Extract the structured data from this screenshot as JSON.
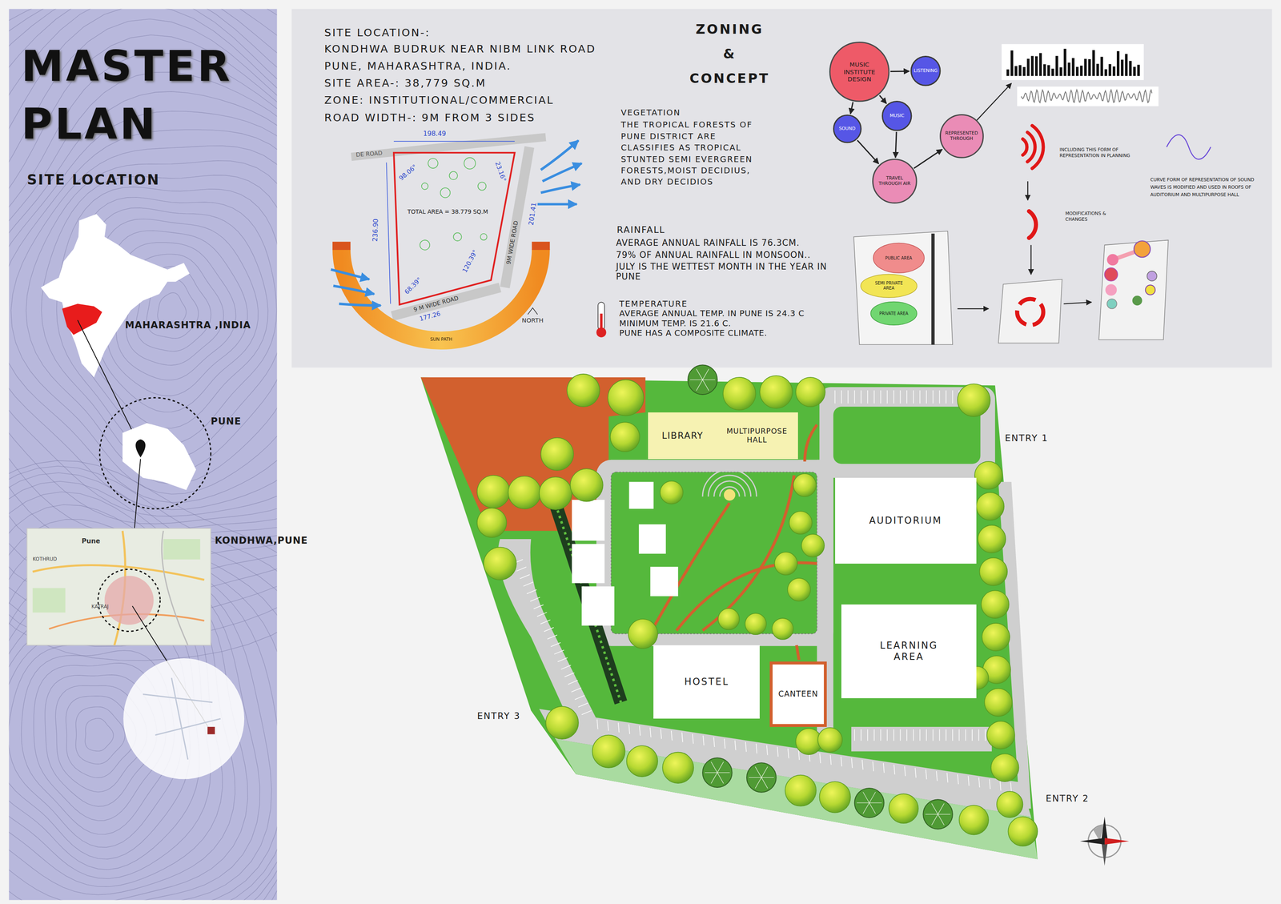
{
  "diagram": {
    "title": "MASTER PLAN",
    "nodes": [
      {
        "text": [
          "MUSIC INSTITUTE DESIGN"
        ]
      },
      {
        "text": [
          "LISTENING"
        ]
      },
      {
        "text": [
          "MUSIC"
        ]
      },
      {
        "text": [
          "SOUND"
        ]
      },
      {
        "text": [
          "REPRESENTED THROUGH"
        ]
      },
      {
        "text": [
          "TRAVEL THROUGH AIR"
        ]
      },
      {
        "text": [
          "PUBLIC AREA"
        ]
      },
      {
        "text": [
          "SEMI PRIVATE AREA"
        ]
      },
      {
        "text": [
          "PRIVATE AREA"
        ]
      },
      {
        "text": [
          "LIBRARY"
        ]
      },
      {
        "text": [
          "MULTIPURPOSE HALL"
        ]
      },
      {
        "text": [
          "AUDITORIUM"
        ]
      },
      {
        "text": [
          "LEARNING AREA"
        ]
      },
      {
        "text": [
          "HOSTEL"
        ]
      },
      {
        "text": [
          "CANTEEN"
        ]
      }
    ],
    "edges": [
      {
        "from": 0,
        "to": 1,
        "arrow": "to"
      },
      {
        "from": 0,
        "to": 3,
        "arrow": "to"
      },
      {
        "from": 0,
        "to": 2,
        "arrow": "to"
      },
      {
        "from": 2,
        "to": 5,
        "arrow": "to"
      },
      {
        "from": 3,
        "to": 5,
        "arrow": "to"
      },
      {
        "from": 5,
        "to": 4,
        "arrow": "to"
      }
    ],
    "labels": [
      "SITE LOCATION",
      "MAHARASHTRA ,INDIA",
      "PUNE",
      "KONDHWA,PUNE",
      "Pune",
      "KOTHRUD",
      "KATRAJ",
      "SITE LOCATION-:",
      "KONDHWA BUDRUK NEAR NIBM LINK ROAD",
      "PUNE, MAHARASHTRA, INDIA.",
      "SITE AREA-: 38,779 SQ.M",
      "ZONE: INSTITUTIONAL/COMMERCIAL",
      "ROAD WIDTH-: 9M FROM 3 SIDES",
      "ZONING & CONCEPT",
      "198.49",
      "DE ROAD",
      "98.06°",
      "23.16°",
      "TOTAL AREA = 38.779 SQ.M",
      "236.90",
      "201.41",
      "9M WIDE ROAD",
      "120.39°",
      "68.39°",
      "9 M WIDE ROAD",
      "177.26",
      "NORTH",
      "SUN PATH",
      "VEGETATION",
      "THE TROPICAL FORESTS OF PUNE DISTRICT ARE CLASSIFIES AS TROPICAL STUNTED SEMI EVERGREEN FORESTS,MOIST DECIDIUS, AND DRY DECIDIOS",
      "RAINFALL",
      "AVERAGE ANNUAL RAINFALL IS 76.3CM.",
      "79% OF ANNUAL RAINFALL IN MONSOON..",
      "JULY IS THE WETTEST MONTH IN THE YEAR IN PUNE",
      "TEMPERATURE",
      "AVERAGE ANNUAL TEMP. IN PUNE IS 24.3 C",
      "MINIMUM TEMP. IS 21.6 C.",
      "PUNE HAS A COMPOSITE CLIMATE.",
      "INCLUDING THIS FORM OF REPRESENTATION IN PLANNING",
      "MODIFICATIONS & CHANGES",
      "CURVE FORM OF REPRESENTATION OF SOUND WAVES IS MODIFIED AND USED IN ROOFS OF AUDITORIUM AND MULTIPURPOSE HALL",
      "ENTRY 1",
      "ENTRY 2",
      "ENTRY 3"
    ]
  }
}
